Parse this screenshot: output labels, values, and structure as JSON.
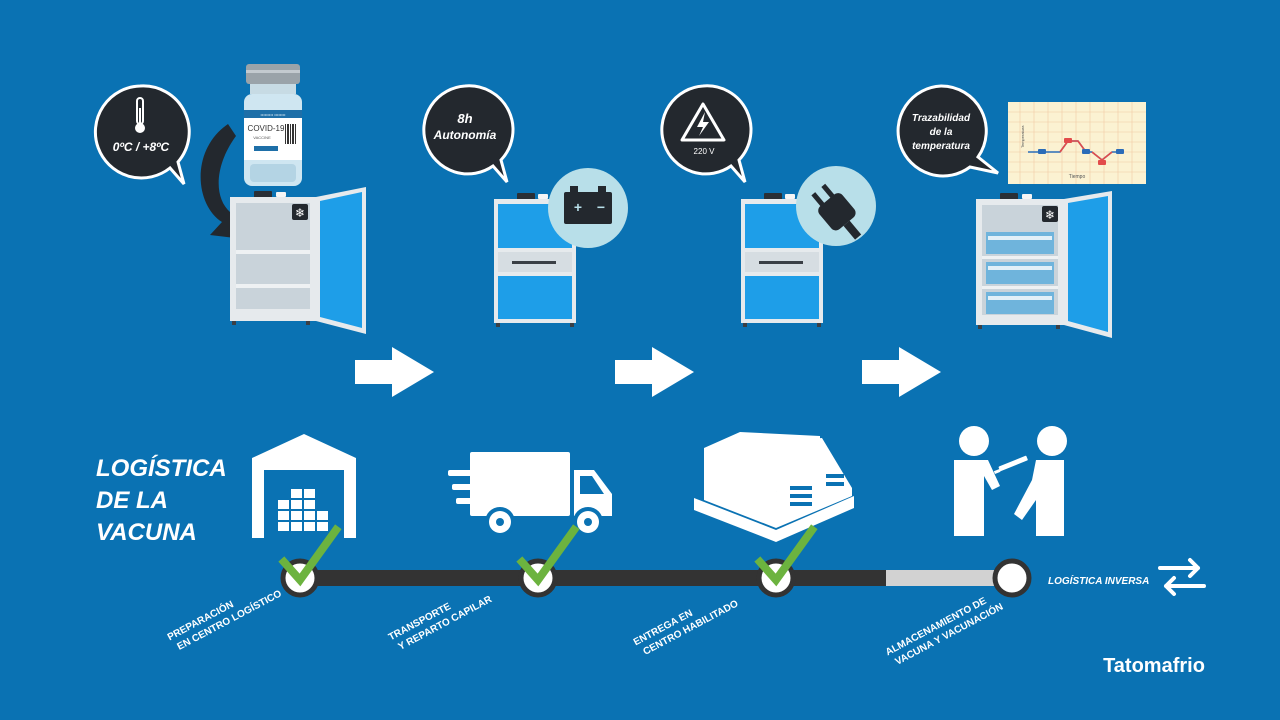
{
  "bubbles": {
    "temperature": "0ºC / +8ºC",
    "autonomy_line1": "8h",
    "autonomy_line2": "Autonomía",
    "voltage": "220 V",
    "trace_line1": "Trazabilidad",
    "trace_line2": "de la",
    "trace_line3": "temperatura"
  },
  "vial": {
    "brand_small": "COVID-19",
    "sub_small": "VACCINE",
    "label_top": "••••••••• ••••••••"
  },
  "mini_chart": {
    "y_label": "Temperatura",
    "x_label": "Tiempo",
    "point_labels": [
      "",
      "",
      "",
      "",
      "",
      "",
      "",
      ""
    ]
  },
  "title": {
    "line1": "LOGÍSTICA",
    "line2": "DE LA",
    "line3": "VACUNA"
  },
  "steps": [
    {
      "line1": "PREPARACIÓN",
      "line2": "EN CENTRO LOGÍSTICO",
      "done": true
    },
    {
      "line1": "TRANSPORTE",
      "line2": "Y REPARTO CAPILAR",
      "done": true
    },
    {
      "line1": "ENTREGA EN",
      "line2": "CENTRO HABILITADO",
      "done": true
    },
    {
      "line1": "ALMACENAMIENTO DE",
      "line2": "VACUNA Y VACUNACIÓN",
      "done": false
    }
  ],
  "reverse_logistics": "LOGÍSTICA INVERSA",
  "brand": "Tatomafrio",
  "colors": {
    "background": "#0a72b3",
    "cabinet_blue": "#1e9ee8",
    "check_green": "#6cb33f",
    "timeline_dark": "#333333",
    "timeline_light": "#d2d2d2",
    "bubble_dark": "#23282e",
    "icon_circle": "#b8dfe9"
  },
  "icons": [
    "thermometer-icon",
    "battery-icon",
    "high-voltage-icon",
    "plug-icon",
    "warehouse-icon",
    "truck-icon",
    "building-icon",
    "vaccination-icon",
    "check-icon",
    "reverse-arrows-icon",
    "snowflake-icon",
    "arrow-right-icon"
  ]
}
